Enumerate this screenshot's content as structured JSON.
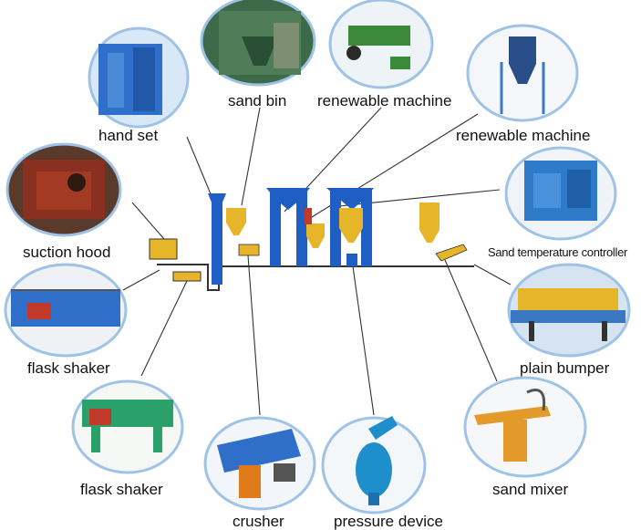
{
  "labels": {
    "hand_set": "hand set",
    "sand_bin": "sand bin",
    "renewable_machine_1": "renewable machine",
    "renewable_machine_2": "renewable machine",
    "suction_hood": "suction hood",
    "sand_temp_controller": "Sand temperature controller",
    "flask_shaker_1": "flask shaker",
    "plain_bumper": "plain bumper",
    "flask_shaker_2": "flask shaker",
    "sand_mixer": "sand mixer",
    "crusher": "crusher",
    "pressure_device": "pressure device"
  },
  "colors": {
    "equipment_blue": "#1f5fc4",
    "hopper_yellow": "#e7b52a",
    "bubble_border": "#9fc3e6",
    "leader_line": "#333333"
  }
}
